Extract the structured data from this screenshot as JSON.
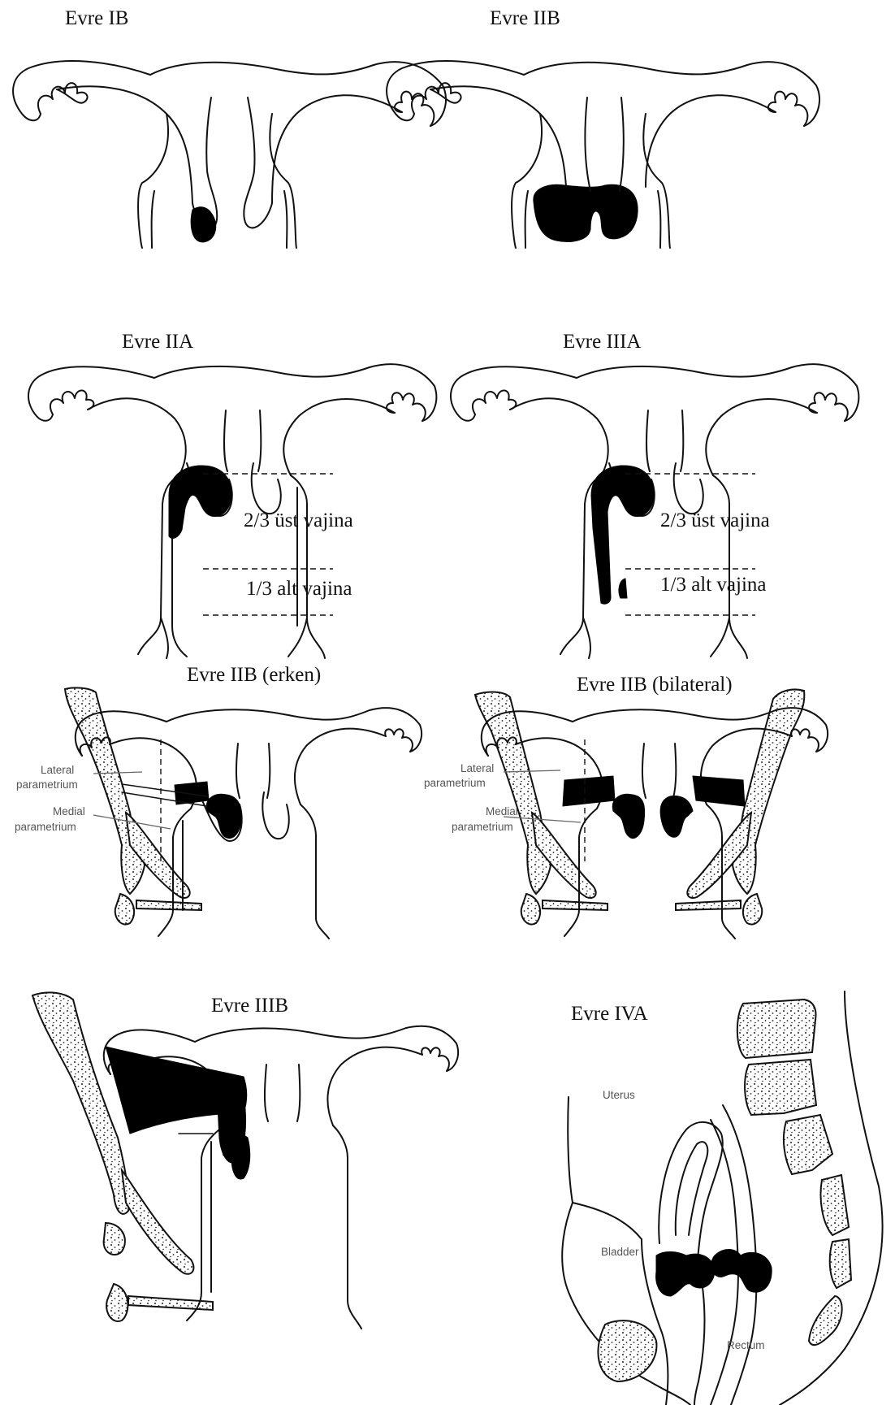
{
  "panels": {
    "ib": {
      "title": "Evre IB"
    },
    "iib_top": {
      "title": "Evre IIB"
    },
    "iia": {
      "title": "Evre IIA",
      "upper_label": "2/3 üst vajina",
      "lower_label": "1/3 alt vajina"
    },
    "iiia": {
      "title": "Evre IIIA",
      "upper_label": "2/3 üst vajina",
      "lower_label": "1/3 alt vajina"
    },
    "iib_erken": {
      "title": "Evre IIB (erken)",
      "lateral_label_1": "Lateral",
      "lateral_label_2": "parametrium",
      "medial_label_1": "Medial",
      "medial_label_2": "parametrium"
    },
    "iib_bilateral": {
      "title": "Evre IIB (bilateral)",
      "lateral_label_1": "Lateral",
      "lateral_label_2": "parametrium",
      "medial_label_1": "Medial",
      "medial_label_2": "parametrium"
    },
    "iiib": {
      "title": "Evre IIIB"
    },
    "iva": {
      "title": "Evre IVA",
      "uterus_label": "Uterus",
      "bladder_label": "Bladder",
      "rectum_label": "Rectum"
    }
  }
}
